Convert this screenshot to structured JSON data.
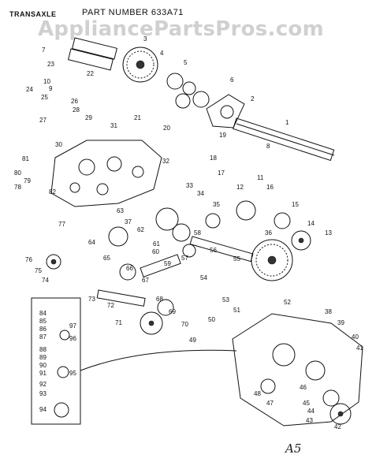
{
  "header": {
    "title": "TRANSAXLE",
    "part_number": "PART NUMBER 633A71"
  },
  "watermark": "AppliancePartsPros.com",
  "figure_marker": "A5",
  "callouts": [
    "1",
    "2",
    "3",
    "4",
    "5",
    "6",
    "7",
    "8",
    "9",
    "10",
    "11",
    "12",
    "13",
    "14",
    "15",
    "16",
    "17",
    "18",
    "19",
    "20",
    "21",
    "22",
    "23",
    "24",
    "25",
    "26",
    "27",
    "28",
    "29",
    "30",
    "31",
    "32",
    "33",
    "34",
    "35",
    "36",
    "37",
    "38",
    "39",
    "40",
    "41",
    "42",
    "43",
    "44",
    "45",
    "46",
    "47",
    "48",
    "49",
    "50",
    "51",
    "52",
    "53",
    "54",
    "55",
    "56",
    "57",
    "58",
    "59",
    "60",
    "61",
    "62",
    "63",
    "64",
    "65",
    "66",
    "67",
    "68",
    "69",
    "70",
    "71",
    "72",
    "73",
    "74",
    "75",
    "76",
    "77",
    "78",
    "79",
    "80",
    "81",
    "82",
    "84",
    "85",
    "86",
    "87",
    "88",
    "89",
    "90",
    "91",
    "92",
    "93",
    "94",
    "95",
    "96",
    "97"
  ]
}
